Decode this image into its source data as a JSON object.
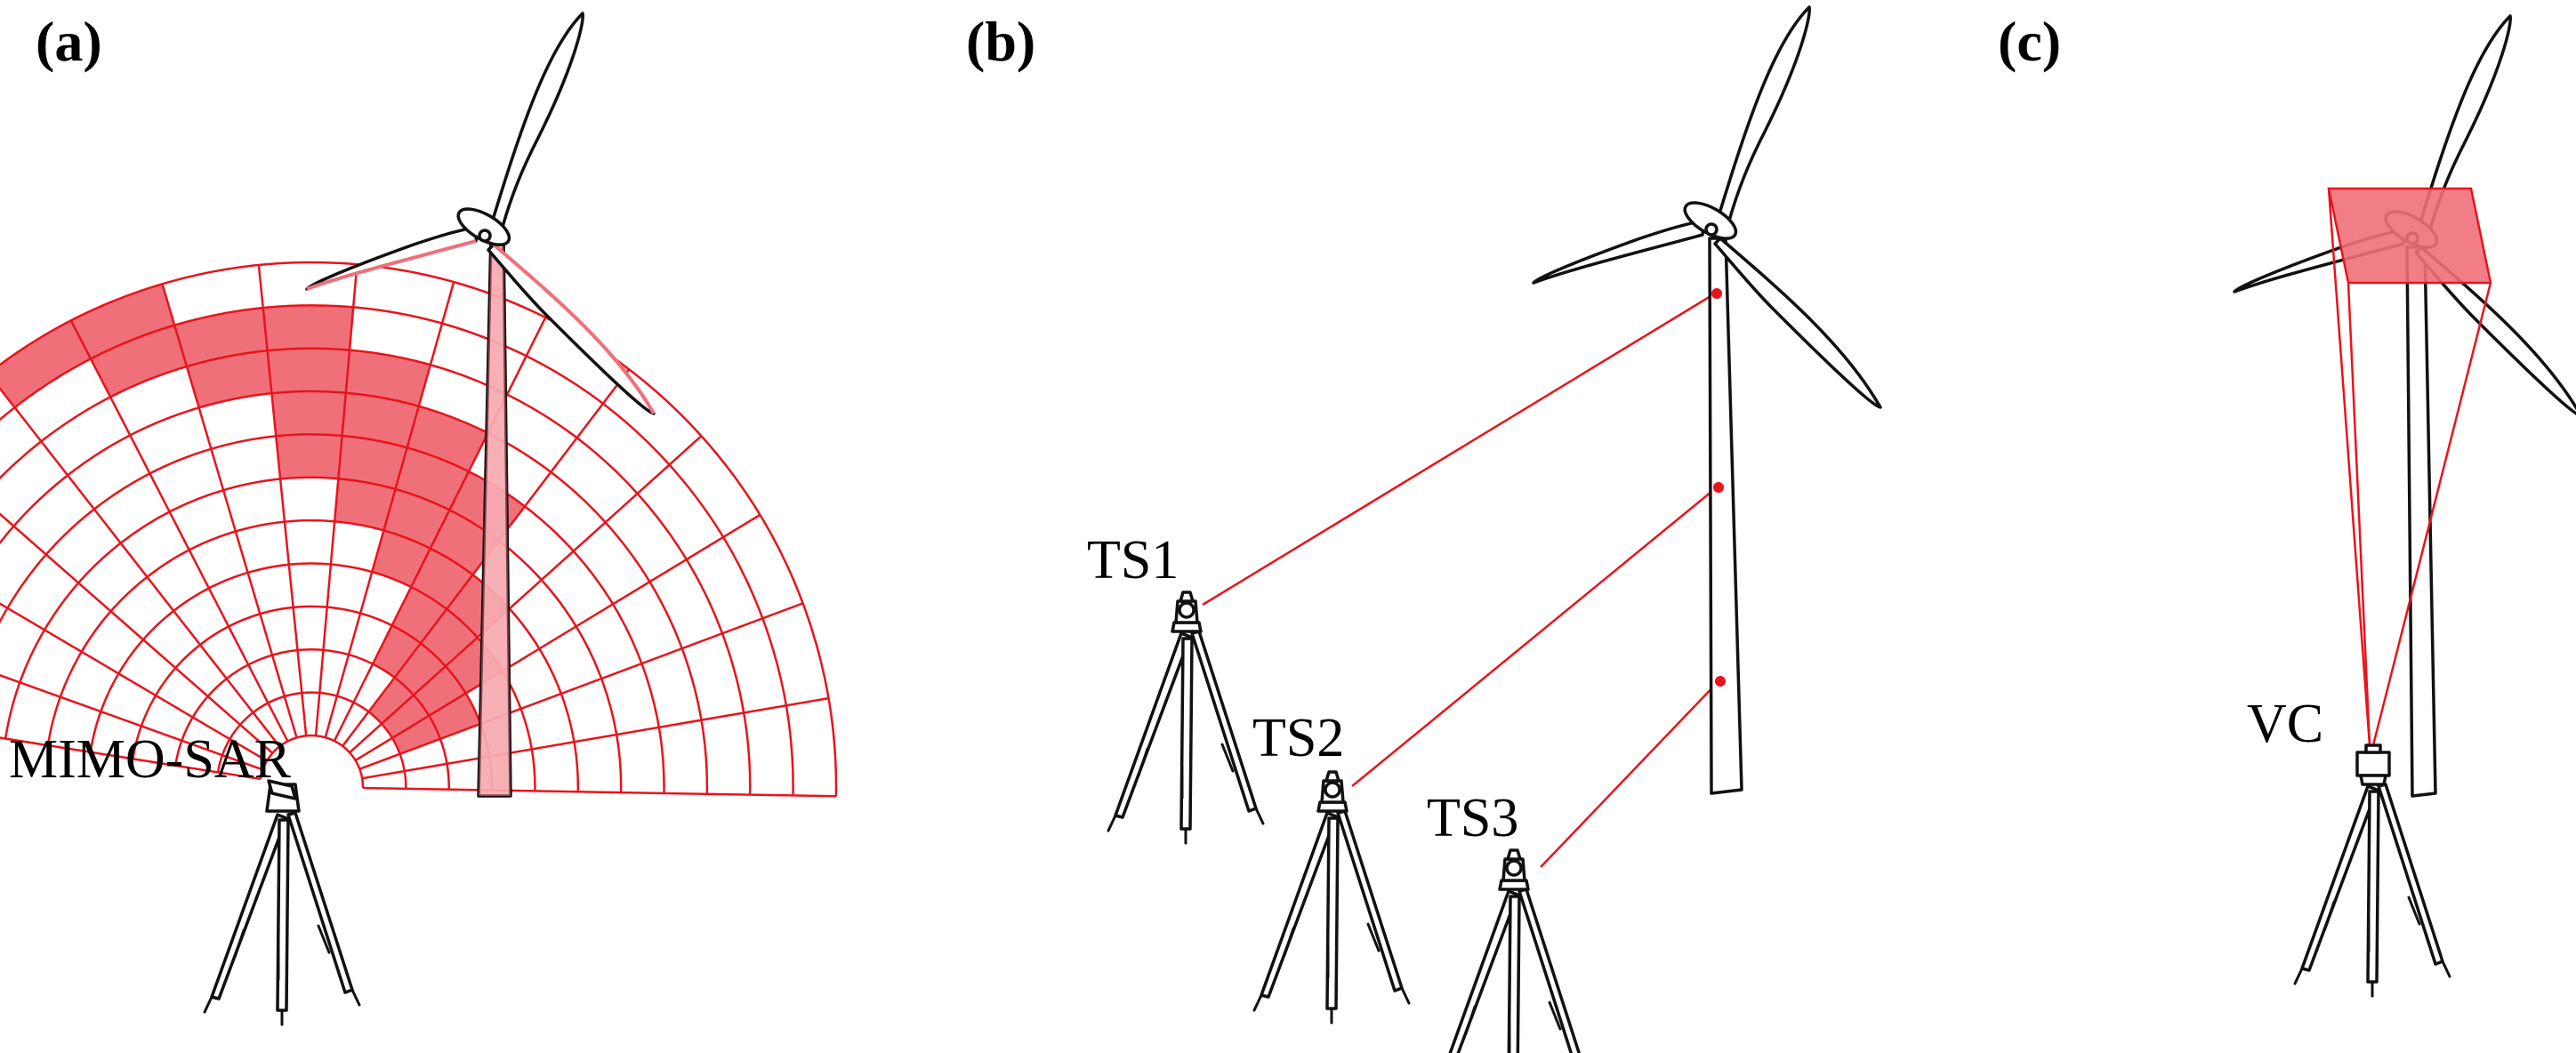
{
  "panels": [
    {
      "id": "a",
      "label": "(a)",
      "instrument_label": "MIMO-SAR"
    },
    {
      "id": "b",
      "label": "(b)",
      "instrument_labels": [
        "TS1",
        "TS2",
        "TS3"
      ]
    },
    {
      "id": "c",
      "label": "(c)",
      "instrument_label": "VC"
    }
  ],
  "colors": {
    "radar_grid": "#e8141c",
    "highlight": "#f0707a",
    "target_point": "#e8141c",
    "outline": "#111111"
  },
  "radar_grid": {
    "range_rings": 11,
    "azimuth_cells": 16,
    "sweep_start_deg": 0,
    "sweep_end_deg": 100
  }
}
